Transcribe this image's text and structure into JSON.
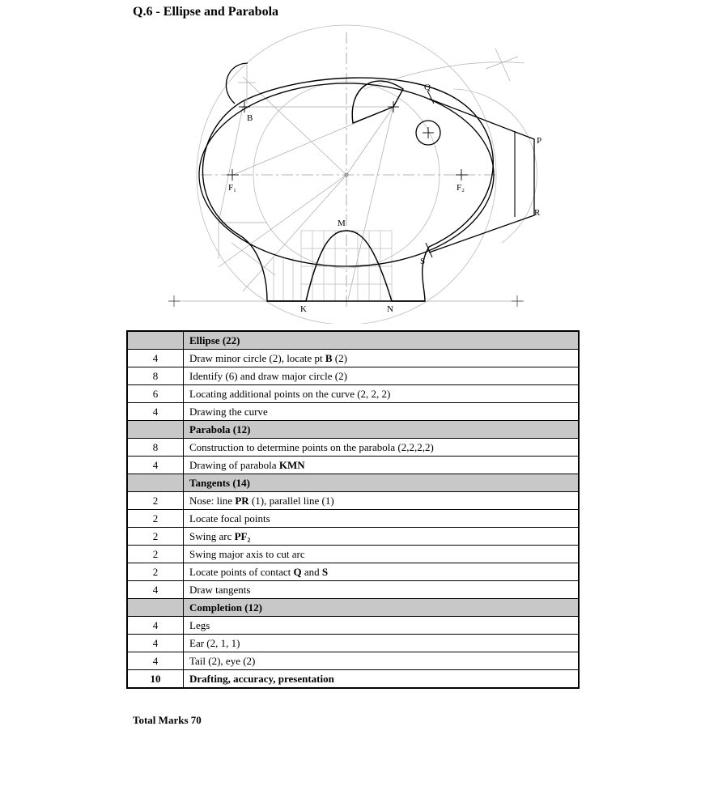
{
  "title": "Q.6 - Ellipse and Parabola",
  "drawing_labels": {
    "B": "B",
    "F1": "F₁",
    "F2": "F₂",
    "Q": "Q",
    "P": "P",
    "R": "R",
    "M": "M",
    "S": "S",
    "K": "K",
    "N": "N"
  },
  "marks_table": {
    "rows": [
      {
        "type": "section",
        "marks": "",
        "parts": [
          {
            "text": "Ellipse (22)"
          }
        ]
      },
      {
        "type": "item",
        "marks": "4",
        "parts": [
          {
            "text": "Draw minor circle (2), locate pt "
          },
          {
            "text": "B",
            "bold": true
          },
          {
            "text": " (2)"
          }
        ]
      },
      {
        "type": "item",
        "marks": "8",
        "parts": [
          {
            "text": "Identify (6) and draw major circle (2)"
          }
        ]
      },
      {
        "type": "item",
        "marks": "6",
        "parts": [
          {
            "text": "Locating additional points on the curve (2, 2, 2)"
          }
        ]
      },
      {
        "type": "item",
        "marks": "4",
        "parts": [
          {
            "text": "Drawing the curve"
          }
        ]
      },
      {
        "type": "section",
        "marks": "",
        "parts": [
          {
            "text": "Parabola (12)"
          }
        ]
      },
      {
        "type": "item",
        "marks": "8",
        "parts": [
          {
            "text": "Construction to determine points on the parabola (2,2,2,2)"
          }
        ]
      },
      {
        "type": "item",
        "marks": "4",
        "parts": [
          {
            "text": "Drawing of parabola "
          },
          {
            "text": "KMN",
            "bold": true
          }
        ]
      },
      {
        "type": "section",
        "marks": "",
        "parts": [
          {
            "text": "Tangents (14)"
          }
        ]
      },
      {
        "type": "item",
        "marks": "2",
        "parts": [
          {
            "text": "Nose: line "
          },
          {
            "text": "PR",
            "bold": true
          },
          {
            "text": " (1), parallel line (1)"
          }
        ]
      },
      {
        "type": "item",
        "marks": "2",
        "parts": [
          {
            "text": "Locate focal points"
          }
        ]
      },
      {
        "type": "item",
        "marks": "2",
        "parts": [
          {
            "text": "Swing arc "
          },
          {
            "text": "PF₂",
            "bold": true
          }
        ]
      },
      {
        "type": "item",
        "marks": "2",
        "parts": [
          {
            "text": "Swing major axis to cut arc"
          }
        ]
      },
      {
        "type": "item",
        "marks": "2",
        "parts": [
          {
            "text": "Locate points of contact "
          },
          {
            "text": "Q",
            "bold": true
          },
          {
            "text": " and "
          },
          {
            "text": "S",
            "bold": true
          }
        ]
      },
      {
        "type": "item",
        "marks": "4",
        "parts": [
          {
            "text": "Draw tangents"
          }
        ]
      },
      {
        "type": "section",
        "marks": "",
        "parts": [
          {
            "text": "Completion (12)"
          }
        ]
      },
      {
        "type": "item",
        "marks": "4",
        "parts": [
          {
            "text": "Legs"
          }
        ]
      },
      {
        "type": "item",
        "marks": "4",
        "parts": [
          {
            "text": "Ear (2, 1, 1)"
          }
        ]
      },
      {
        "type": "item",
        "marks": "4",
        "parts": [
          {
            "text": "Tail (2), eye (2)"
          }
        ]
      },
      {
        "type": "bold",
        "marks": "10",
        "parts": [
          {
            "text": "Drafting, accuracy, presentation"
          }
        ]
      }
    ]
  },
  "total": "Total Marks 70"
}
